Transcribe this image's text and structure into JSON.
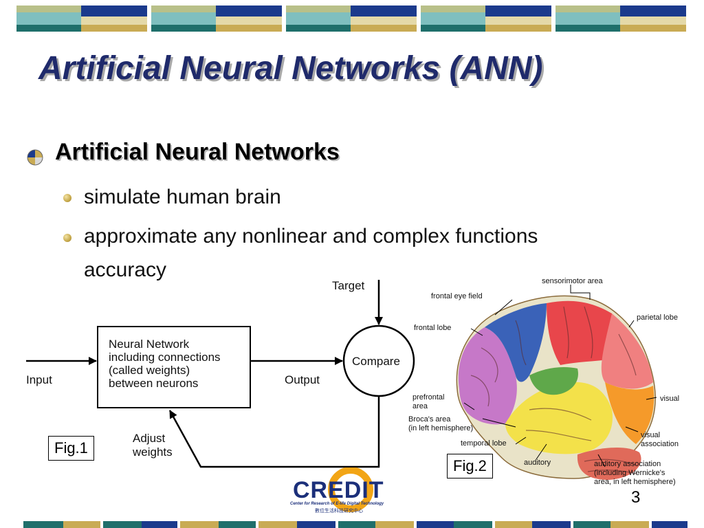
{
  "slide": {
    "title": "Artificial Neural Networks (ANN)",
    "bullet_main": "Artificial Neural Networks",
    "sub_bullets": [
      "simulate human brain",
      "approximate any nonlinear and complex functions",
      "accuracy"
    ],
    "page_number": "3"
  },
  "fig1": {
    "caption": "Fig.1",
    "box_lines": [
      "Neural Network",
      "including connections",
      "(called weights)",
      "between neurons"
    ],
    "input": "Input",
    "output": "Output",
    "target": "Target",
    "compare": "Compare",
    "adjust_lines": [
      "Adjust",
      "weights"
    ]
  },
  "fig2": {
    "caption": "Fig.2",
    "labels": {
      "sensorimotor": "sensorimotor area",
      "frontal_eye": "frontal eye field",
      "parietal": "parietal lobe",
      "frontal_lobe": "frontal lobe",
      "prefrontal": [
        "prefrontal",
        "area"
      ],
      "visual": "visual",
      "broca": [
        "Broca's area",
        "(in left hemisphere)"
      ],
      "visual_assoc": [
        "visual",
        "association"
      ],
      "temporal": "temporal lobe",
      "auditory": "auditory",
      "auditory_assoc": [
        "auditory association",
        "(including Wernicke's",
        "area, in left hemisphere)"
      ]
    }
  },
  "logo": {
    "name": "CREDIT",
    "tagline": "Center for Research of E-life Digital Technology",
    "tagline_cn": "數位生活科技研究中心"
  },
  "colors": {
    "title": "#1f2a6b",
    "teal": "#1f6f6b",
    "gold": "#c9ab54",
    "navy": "#1b3a8c",
    "sage": "#aab58a",
    "light_teal": "#9fd1cf"
  }
}
